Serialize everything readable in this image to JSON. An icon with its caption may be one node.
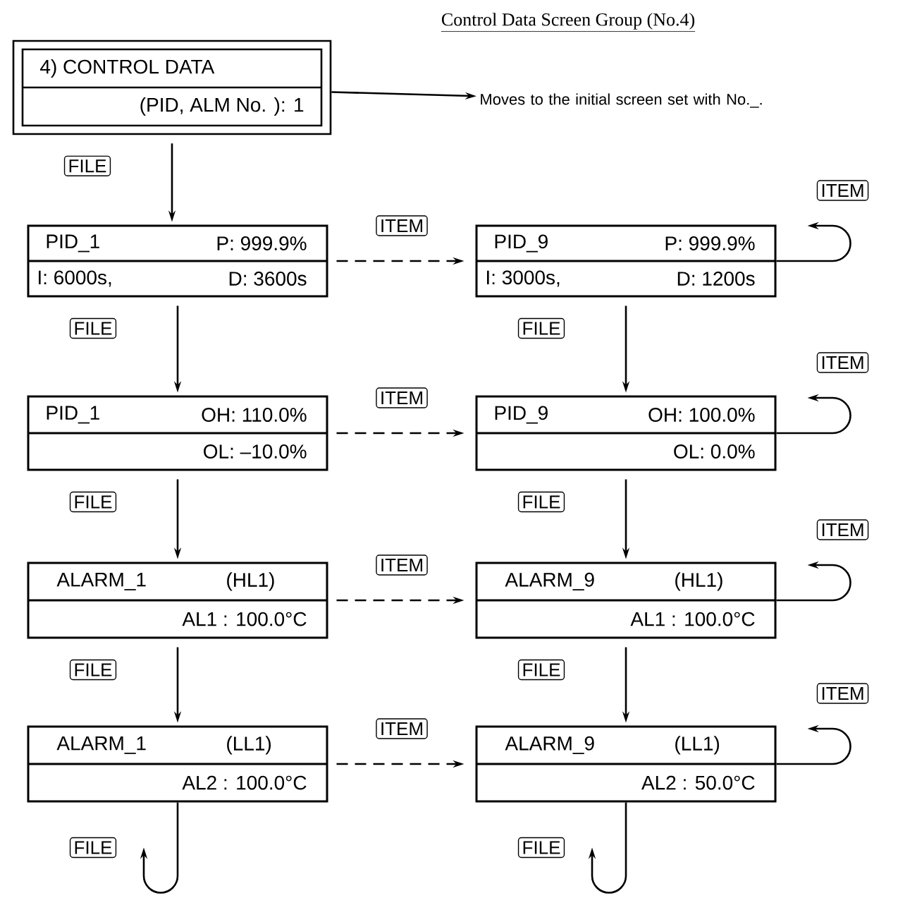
{
  "diagram": {
    "title": "Control Data Screen Group (No.4)",
    "nodes": [
      {
        "text": [
          "4) CONTROL DATA",
          "(PID, ALM No. ): 1"
        ]
      },
      {
        "text": [
          "Moves to the initial screen set with No._."
        ]
      },
      {
        "text": [
          "PID_1",
          "P: 999.9%",
          "I: 6000s,",
          "D: 3600s"
        ]
      },
      {
        "text": [
          "PID_9",
          "P: 999.9%",
          "I: 3000s,",
          "D: 1200s"
        ]
      },
      {
        "text": [
          "PID_1",
          "OH: 110.0%",
          "OL: –10.0%"
        ]
      },
      {
        "text": [
          "PID_9",
          "OH: 100.0%",
          "OL:    0.0%"
        ]
      },
      {
        "text": [
          "ALARM_1",
          "(HL1)",
          "AL1   :   100.0°C"
        ]
      },
      {
        "text": [
          "ALARM_9",
          "(HL1)",
          "AL1   :   100.0°C"
        ]
      },
      {
        "text": [
          "ALARM_1",
          "(LL1)",
          "AL2   :   100.0°C"
        ]
      },
      {
        "text": [
          "ALARM_9",
          "(LL1)",
          "AL2   :   50.0°C"
        ]
      }
    ],
    "edges": [
      {
        "from": 0,
        "to": 1,
        "arrow": "to"
      },
      {
        "from": 0,
        "to": 2,
        "arrow": "to",
        "label": "FILE"
      },
      {
        "from": 2,
        "to": 3,
        "arrow": "to",
        "label": "ITEM",
        "style": "dashed"
      },
      {
        "from": 3,
        "to": 3,
        "arrow": "to",
        "label": "ITEM"
      },
      {
        "from": 2,
        "to": 4,
        "arrow": "to",
        "label": "FILE"
      },
      {
        "from": 3,
        "to": 5,
        "arrow": "to",
        "label": "FILE"
      },
      {
        "from": 4,
        "to": 5,
        "arrow": "to",
        "label": "ITEM",
        "style": "dashed"
      },
      {
        "from": 5,
        "to": 5,
        "arrow": "to",
        "label": "ITEM"
      },
      {
        "from": 4,
        "to": 6,
        "arrow": "to",
        "label": "FILE"
      },
      {
        "from": 5,
        "to": 7,
        "arrow": "to",
        "label": "FILE"
      },
      {
        "from": 6,
        "to": 7,
        "arrow": "to",
        "label": "ITEM",
        "style": "dashed"
      },
      {
        "from": 7,
        "to": 7,
        "arrow": "to",
        "label": "ITEM"
      },
      {
        "from": 6,
        "to": 8,
        "arrow": "to",
        "label": "FILE"
      },
      {
        "from": 7,
        "to": 9,
        "arrow": "to",
        "label": "FILE"
      },
      {
        "from": 8,
        "to": 9,
        "arrow": "to",
        "label": "ITEM",
        "style": "dashed"
      },
      {
        "from": 9,
        "to": 9,
        "arrow": "to",
        "label": "ITEM"
      },
      {
        "from": 8,
        "to": null,
        "arrow": "to",
        "label": "FILE"
      },
      {
        "from": 9,
        "to": null,
        "arrow": "to",
        "label": "FILE"
      }
    ]
  }
}
